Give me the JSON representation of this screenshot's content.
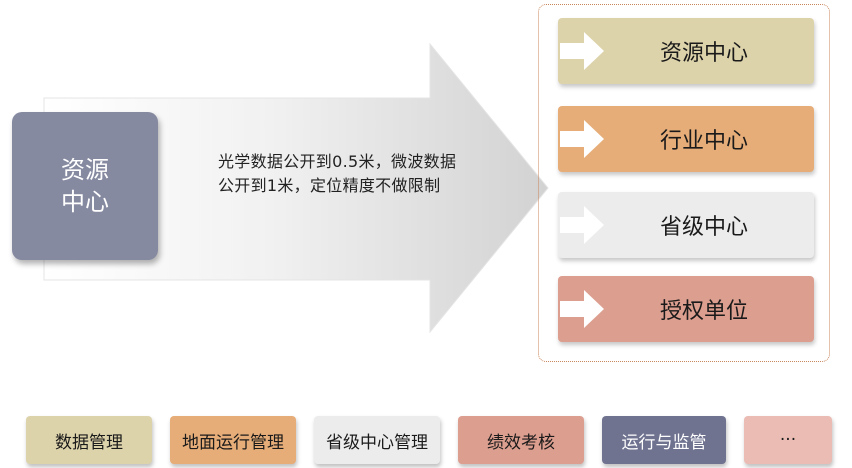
{
  "source": {
    "line1": "资源",
    "line2": "中心"
  },
  "arrow_text": "光学数据公开到0.5米，微波数据公开到1米，定位精度不做限制",
  "destinations": [
    {
      "label": "资源中心",
      "color": "#ddd3ab"
    },
    {
      "label": "行业中心",
      "color": "#e6ad79"
    },
    {
      "label": "省级中心",
      "color": "#ececec"
    },
    {
      "label": "授权单位",
      "color": "#dc9e8f"
    }
  ],
  "buttons": [
    {
      "label": "数据管理",
      "color": "#ddd3ab",
      "text_color": "#1a1a1a"
    },
    {
      "label": "地面运行管理",
      "color": "#e6ad79",
      "text_color": "#1a1a1a"
    },
    {
      "label": "省级中心管理",
      "color": "#ececec",
      "text_color": "#1a1a1a"
    },
    {
      "label": "绩效考核",
      "color": "#dc9e8f",
      "text_color": "#1a1a1a"
    },
    {
      "label": "运行与监管",
      "color": "#6f7390",
      "text_color": "#ffffff"
    },
    {
      "label": "···",
      "color": "#ebbcb4",
      "text_color": "#1a1a1a"
    }
  ]
}
